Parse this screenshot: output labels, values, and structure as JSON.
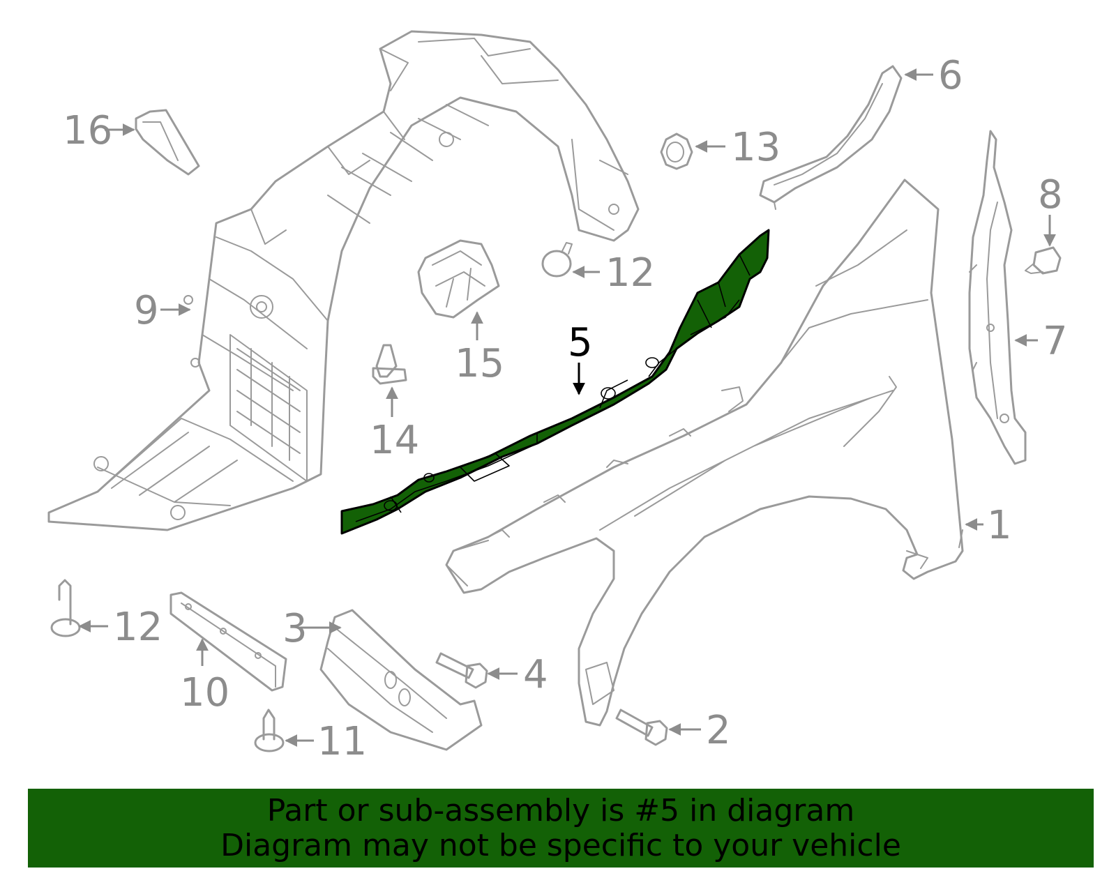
{
  "colors": {
    "highlight_fill": "#136106",
    "part_stroke": "#9a9a9a",
    "callout_text": "#8c8c8c",
    "highlight_callout_text": "#000000",
    "banner_background": "#136106",
    "banner_text": "#000000"
  },
  "highlighted_part": "5",
  "callouts": {
    "c1": "1",
    "c2": "2",
    "c3": "3",
    "c4": "4",
    "c5": "5",
    "c6": "6",
    "c7": "7",
    "c8": "8",
    "c9": "9",
    "c10": "10",
    "c11": "11",
    "c12a": "12",
    "c12b": "12",
    "c13": "13",
    "c14": "14",
    "c15": "15",
    "c16": "16"
  },
  "banner": {
    "line1": "Part or sub-assembly is #5 in diagram",
    "line2": "Diagram may not be specific to your vehicle"
  }
}
